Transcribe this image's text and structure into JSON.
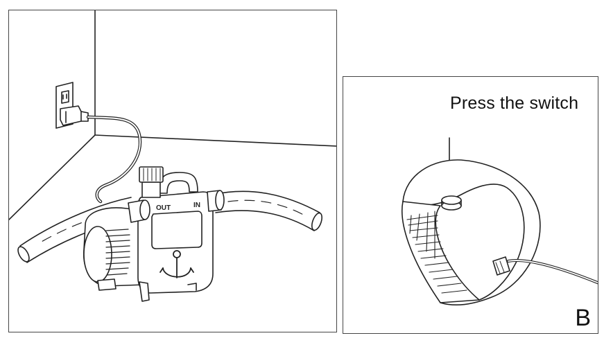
{
  "panel_b": {
    "caption": "Press the switch",
    "letter": "B"
  },
  "pump": {
    "outlet_label": "OUT",
    "inlet_label": "IN"
  }
}
